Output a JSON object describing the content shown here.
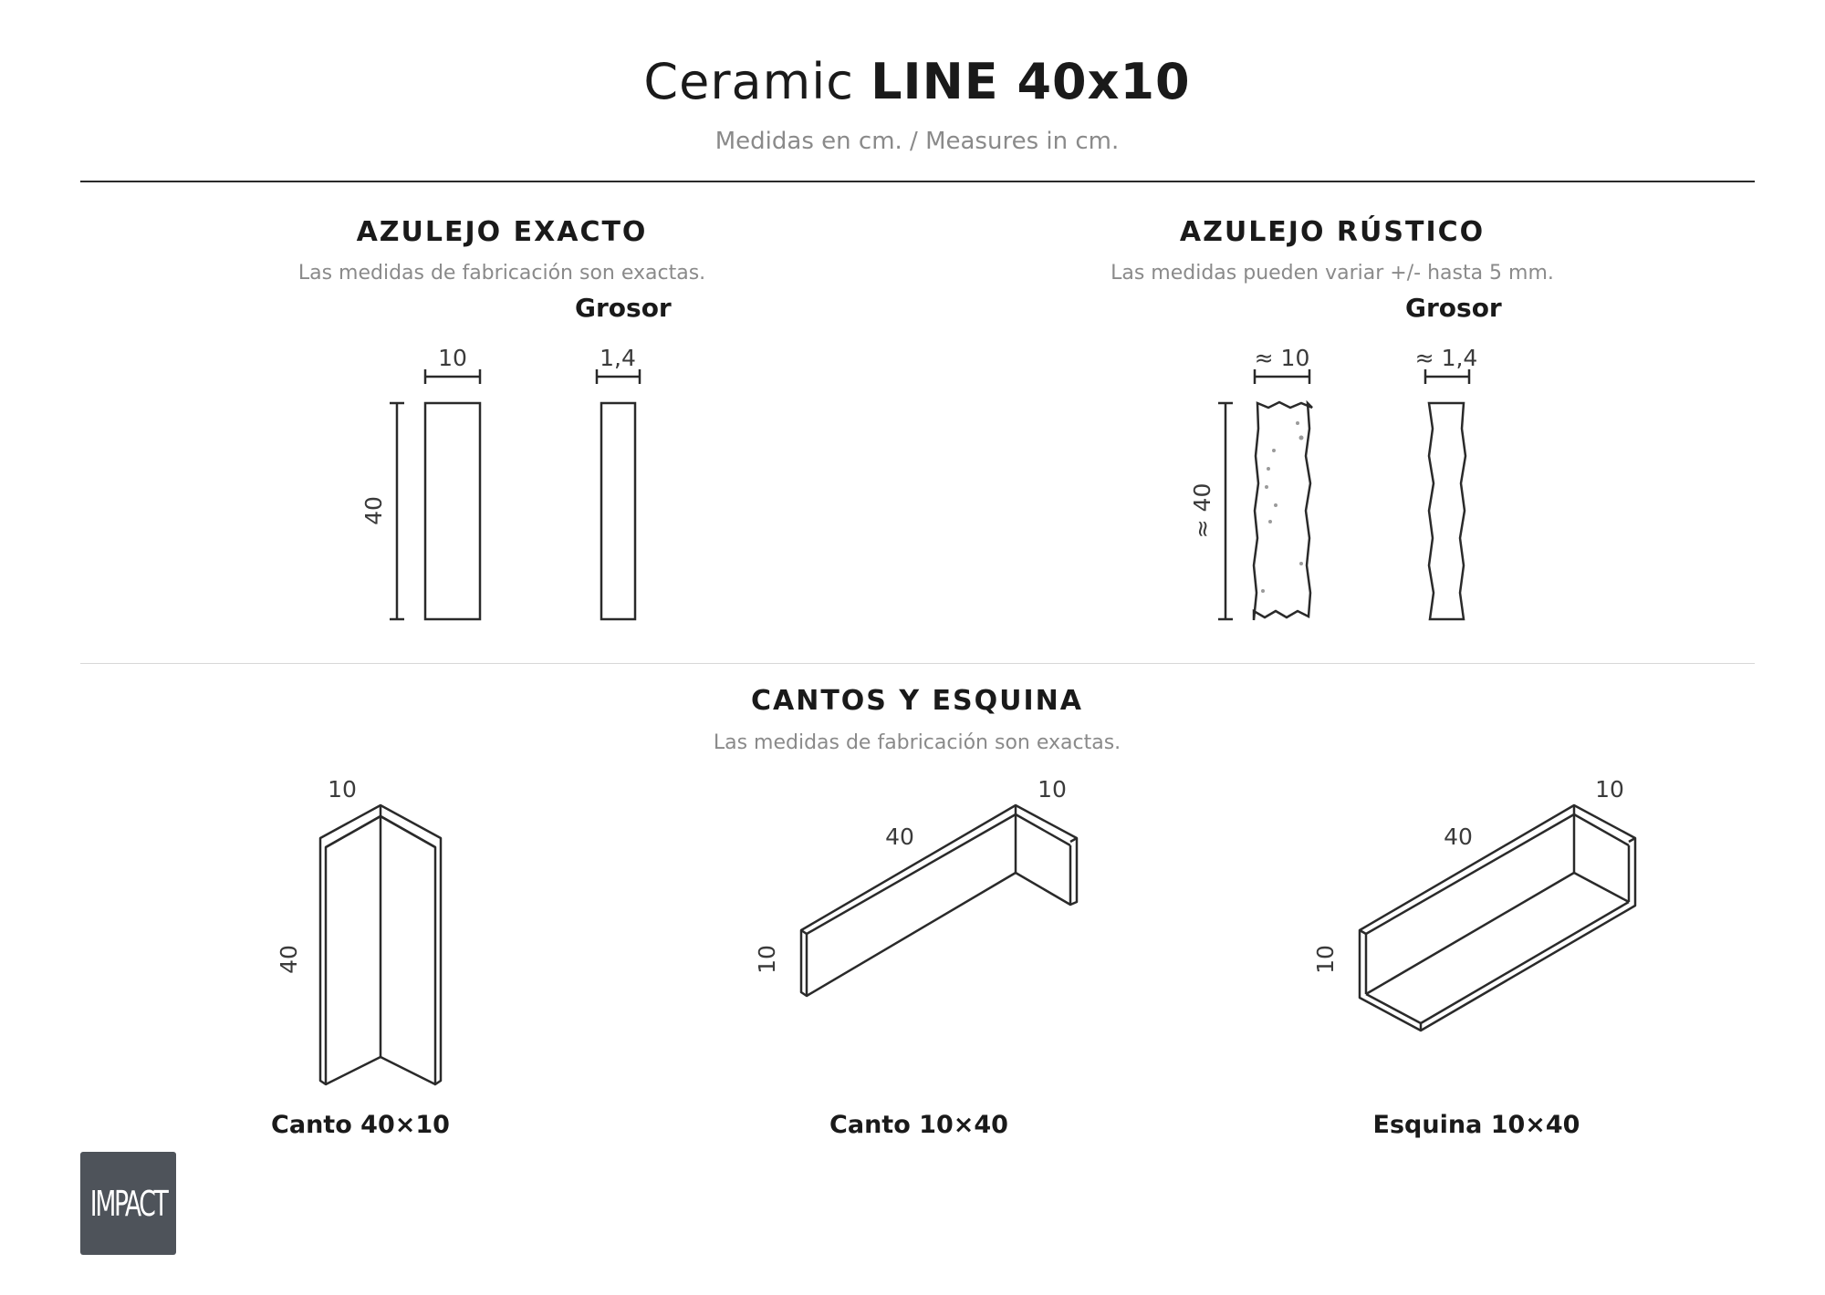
{
  "header": {
    "title_light": "Ceramic",
    "title_bold": "LINE 40x10",
    "subtitle": "Medidas en cm. / Measures in cm."
  },
  "exact": {
    "heading": "AZULEJO EXACTO",
    "note": "Las medidas de fabricación son exactas.",
    "grosor": "Grosor",
    "width_label": "10",
    "thickness_label": "1,4",
    "height_label": "40"
  },
  "rustic": {
    "heading": "AZULEJO RÚSTICO",
    "note": "Las medidas pueden variar +/- hasta 5 mm.",
    "grosor": "Grosor",
    "width_label": "≈ 10",
    "thickness_label": "≈ 1,4",
    "height_label": "≈ 40"
  },
  "pieces": {
    "heading": "CANTOS Y ESQUINA",
    "note": "Las medidas de fabricación son exactas.",
    "items": [
      {
        "caption": "Canto 40×10",
        "labels": [
          "10",
          "40"
        ]
      },
      {
        "caption": "Canto 10×40",
        "labels": [
          "40",
          "10",
          "10"
        ]
      },
      {
        "caption": "Esquina 10×40",
        "labels": [
          "40",
          "10",
          "10"
        ]
      }
    ]
  },
  "logo": {
    "text": "IMPACT",
    "color": "#4e535a"
  }
}
